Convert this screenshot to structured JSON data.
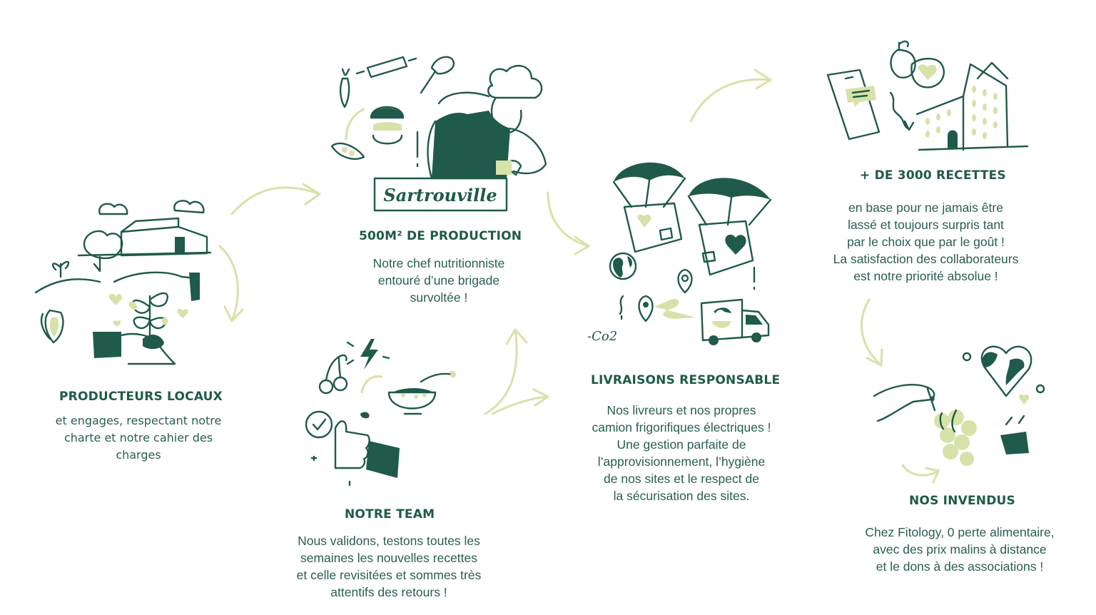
{
  "steps": [
    {
      "id": "producteurs",
      "title": "PRODUCTEURS LOCAUX",
      "lines": [
        "et engages, respectant notre",
        "charte et notre cahier des",
        "charges"
      ]
    },
    {
      "id": "production",
      "title": "500M² DE PRODUCTION",
      "sign": "Sartrouville",
      "lines": [
        "Notre chef nutritionniste",
        "entouré d’une brigade",
        "survoltée !"
      ]
    },
    {
      "id": "team",
      "title": "NOTRE TEAM",
      "lines": [
        "Nous validons, testons toutes les",
        "semaines les nouvelles recettes",
        "et celle revisitées et sommes très",
        "attentifs des retours !"
      ]
    },
    {
      "id": "livraisons",
      "title": "LIVRAISONS RESPONSABLE",
      "badge": "-Co2",
      "lines": [
        "Nos livreurs et nos propres",
        "camion frigorifiques électriques !",
        "Une gestion parfaite de",
        "l’approvisionnement, l’hygiène",
        "de nos sites et le respect de",
        "la sécurisation des sites."
      ]
    },
    {
      "id": "recettes",
      "title": "+ DE 3000 RECETTES",
      "lines": [
        "en base pour ne jamais être",
        "lassé et toujours surpris tant",
        "par le choix que par le goût !",
        "La satisfaction des collaborateurs",
        "est notre priorité absolue !"
      ]
    },
    {
      "id": "invendus",
      "title": "NOS INVENDUS",
      "lines": [
        "Chez Fitology, 0 perte alimentaire,",
        "avec des prix malins  à distance",
        "et le dons à des associations !"
      ]
    }
  ],
  "colors": {
    "dark_green": "#1f5a4a",
    "lime": "#d6e2a8",
    "text": "#2a5e50"
  },
  "icons": [
    "farm-icon",
    "hands-plant-icon",
    "chef-icon",
    "thumbs-up-icon",
    "parachute-box-icon",
    "truck-icon",
    "phone-icon",
    "building-icon",
    "globe-heart-icon",
    "grapes-hand-icon"
  ]
}
